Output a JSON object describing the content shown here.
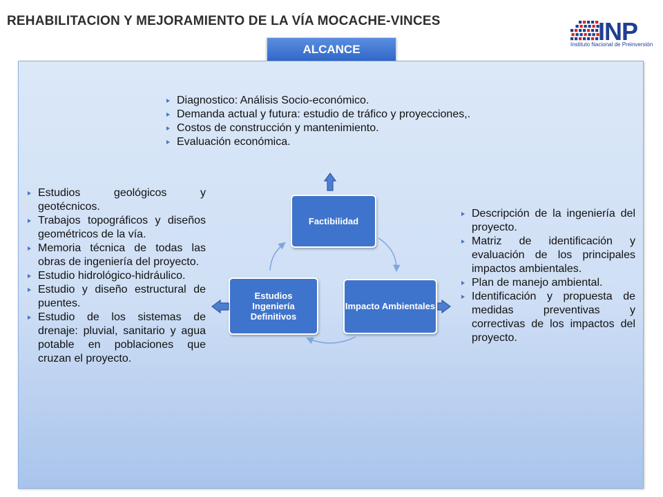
{
  "slide": {
    "title": "REHABILITACION Y MEJORAMIENTO DE LA VÍA MOCACHE-VINCES",
    "section_label": "ALCANCE"
  },
  "logo": {
    "acronym": "INP",
    "subtitle": "Instituto Nacional de Preinversión"
  },
  "cycle": {
    "nodes": {
      "factibilidad": "Factibilidad",
      "impacto": "Impacto Ambientales",
      "estudios": "Estudios Ingeniería Definitivos"
    }
  },
  "lists": {
    "factibilidad": [
      "Diagnostico: Análisis Socio-económico.",
      "Demanda actual y futura: estudio de tráfico y proyecciones,.",
      "Costos de construcción y mantenimiento.",
      "Evaluación económica."
    ],
    "estudios": [
      "Estudios geológicos y geotécnicos.",
      "Trabajos topográficos y diseños geométricos de la vía.",
      "Memoria técnica de todas las obras de ingeniería del proyecto.",
      "Estudio hidrológico-hidráulico.",
      "Estudio y diseño estructural de puentes.",
      "Estudio de los sistemas de drenaje: pluvial, sanitario y agua potable en poblaciones que cruzan el proyecto."
    ],
    "impacto": [
      "Descripción de la ingeniería del proyecto.",
      "Matriz de identificación y evaluación de los principales impactos ambientales.",
      "Plan de manejo ambiental.",
      "Identificación y propuesta de medidas preventivas y correctivas de los impactos del proyecto."
    ]
  },
  "colors": {
    "node_fill": "#3f74cc",
    "panel_fill": "#d2e1f6",
    "arrow_fill": "#4f7ed0",
    "title_color": "#2e2e2e",
    "logo_blue": "#1f3f93",
    "logo_red": "#e02020"
  }
}
